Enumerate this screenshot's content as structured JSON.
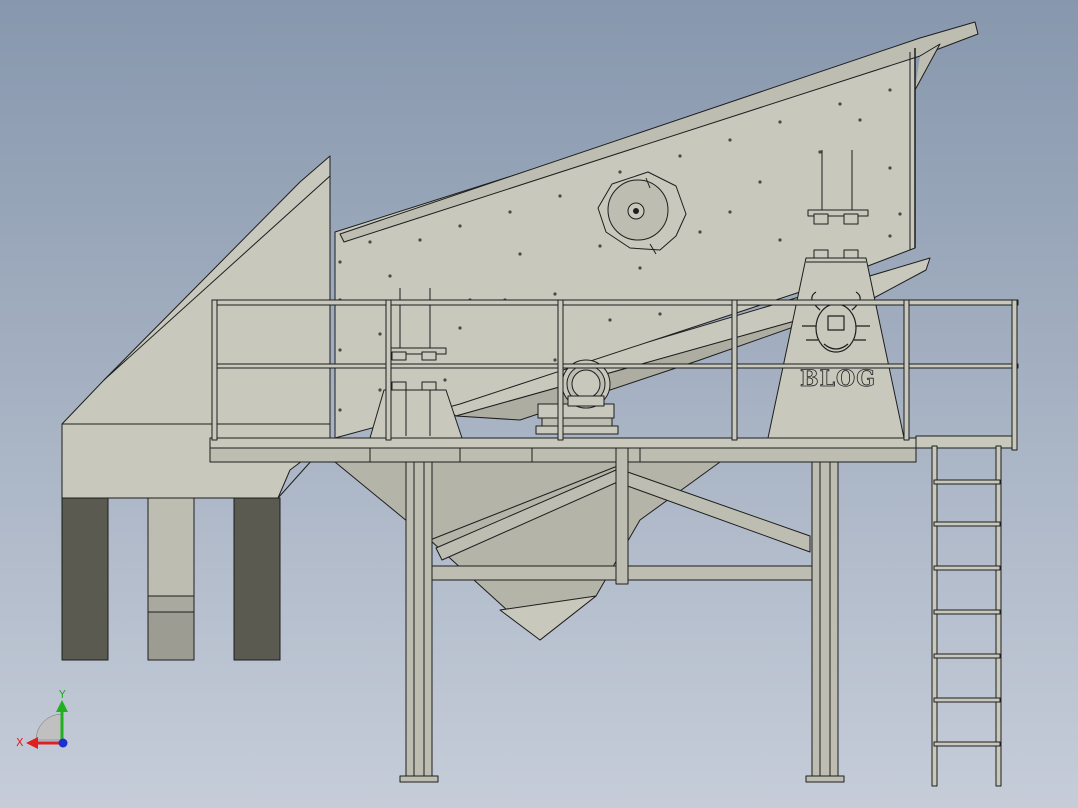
{
  "colors": {
    "bg_top": "#8797ad",
    "bg_bottom": "#c6cdd9",
    "part_light": "#c8c8bd",
    "part_mid": "#bdbdb2",
    "part_shadow": "#a9a99f",
    "leg_dark": "#5a5a50",
    "edge": "#1e1e1e",
    "axis_x": "#e02020",
    "axis_y": "#20b020",
    "axis_z": "#2030d0"
  },
  "logo": {
    "text": "BLOG"
  },
  "triad": {
    "x_label": "X",
    "y_label": "Y"
  }
}
